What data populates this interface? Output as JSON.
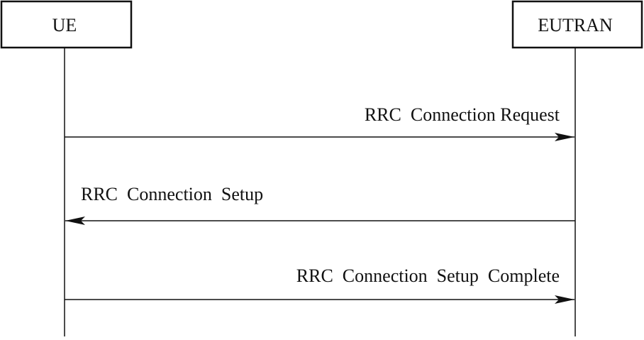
{
  "diagram": {
    "actors": [
      {
        "id": "ue",
        "label": "UE"
      },
      {
        "id": "eutran",
        "label": "EUTRAN"
      }
    ],
    "messages": [
      {
        "from": "ue",
        "to": "eutran",
        "label": "RRC  Connection Request"
      },
      {
        "from": "eutran",
        "to": "ue",
        "label": "RRC  Connection  Setup"
      },
      {
        "from": "ue",
        "to": "eutran",
        "label": "RRC  Connection  Setup  Complete"
      }
    ]
  }
}
